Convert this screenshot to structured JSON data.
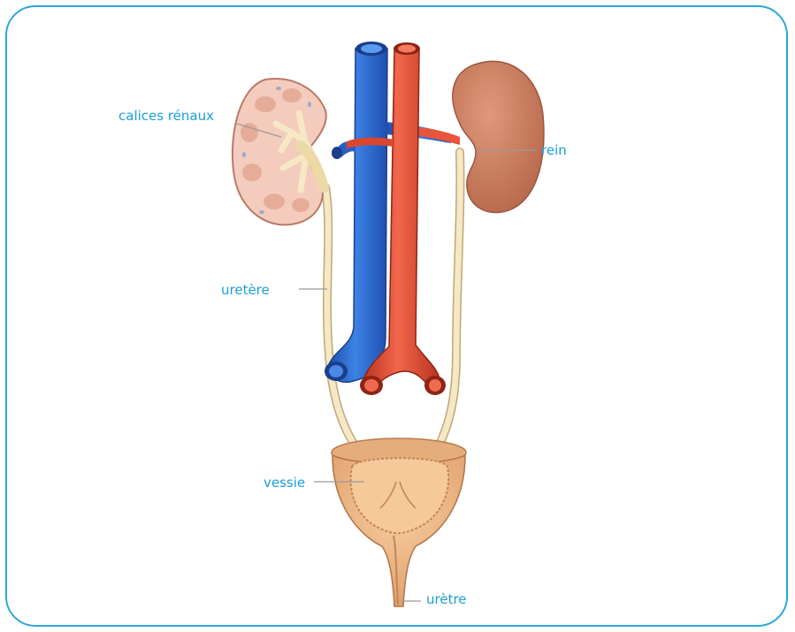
{
  "colors": {
    "frame": "#2ba8d8",
    "label": "#1a9fd6",
    "vein": "#2f6fd8",
    "artery": "#e8543c",
    "kidney": "#c97b5c",
    "kidney_section": "#f2c9b8",
    "ureter": "#f5e6c0",
    "bladder": "#f0b987"
  },
  "labels": {
    "calices": "calices rénaux",
    "rein": "rein",
    "uretere": "uretère",
    "vessie": "vessie",
    "uretre": "urètre"
  }
}
